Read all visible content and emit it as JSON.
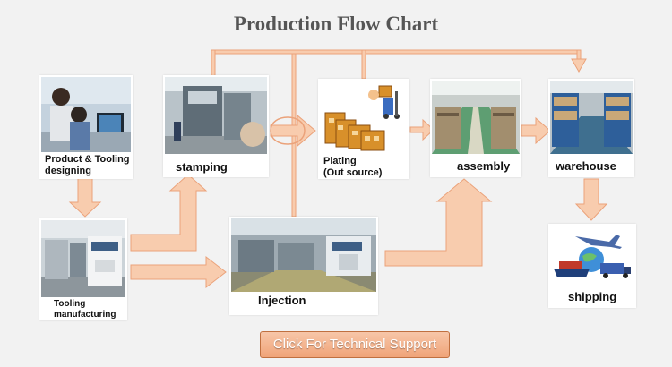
{
  "title": "Production Flow Chart",
  "steps": {
    "design": "Product & Tooling designing",
    "tooling": "Tooling manufacturing",
    "stamping": "stamping",
    "injection": "Injection",
    "plating_1": "Plating",
    "plating_2": "(Out source)",
    "assembly": "assembly",
    "warehouse": "warehouse",
    "shipping": "shipping"
  },
  "button": "Click For Technical Support",
  "colors": {
    "arrow": "#f8ccae",
    "arrow_stroke": "#eba27a",
    "button": "#f0a479",
    "title": "#555555"
  }
}
